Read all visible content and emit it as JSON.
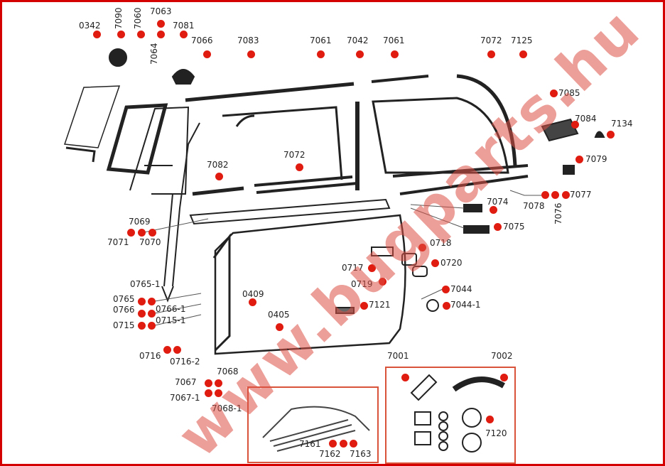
{
  "callouts": [
    {
      "code": "0342"
    },
    {
      "code": "7090"
    },
    {
      "code": "7060"
    },
    {
      "code": "7063"
    },
    {
      "code": "7064"
    },
    {
      "code": "7081"
    },
    {
      "code": "7066"
    },
    {
      "code": "7083"
    },
    {
      "code": "7061"
    },
    {
      "code": "7042"
    },
    {
      "code": "7061"
    },
    {
      "code": "7072"
    },
    {
      "code": "7125"
    },
    {
      "code": "7085"
    },
    {
      "code": "7084"
    },
    {
      "code": "7134"
    },
    {
      "code": "7079"
    },
    {
      "code": "7082"
    },
    {
      "code": "7072"
    },
    {
      "code": "7074"
    },
    {
      "code": "7075"
    },
    {
      "code": "7078"
    },
    {
      "code": "7077"
    },
    {
      "code": "7076"
    },
    {
      "code": "7069"
    },
    {
      "code": "7071"
    },
    {
      "code": "7070"
    },
    {
      "code": "0718"
    },
    {
      "code": "0720"
    },
    {
      "code": "0717"
    },
    {
      "code": "0719"
    },
    {
      "code": "7044"
    },
    {
      "code": "7044-1"
    },
    {
      "code": "7121"
    },
    {
      "code": "0765-1"
    },
    {
      "code": "0765"
    },
    {
      "code": "0766"
    },
    {
      "code": "0766-1"
    },
    {
      "code": "0715"
    },
    {
      "code": "0715-1"
    },
    {
      "code": "0409"
    },
    {
      "code": "0405"
    },
    {
      "code": "0716"
    },
    {
      "code": "0716-2"
    },
    {
      "code": "7068"
    },
    {
      "code": "7067"
    },
    {
      "code": "7067-1"
    },
    {
      "code": "7068-1"
    },
    {
      "code": "7161"
    },
    {
      "code": "7162"
    },
    {
      "code": "7163"
    },
    {
      "code": "7001"
    },
    {
      "code": "7002"
    },
    {
      "code": "7120"
    }
  ],
  "watermark": "www.bugparts.hu",
  "colors": {
    "frame": "#d40000",
    "dot": "#e01b10",
    "box": "#d9533a"
  }
}
